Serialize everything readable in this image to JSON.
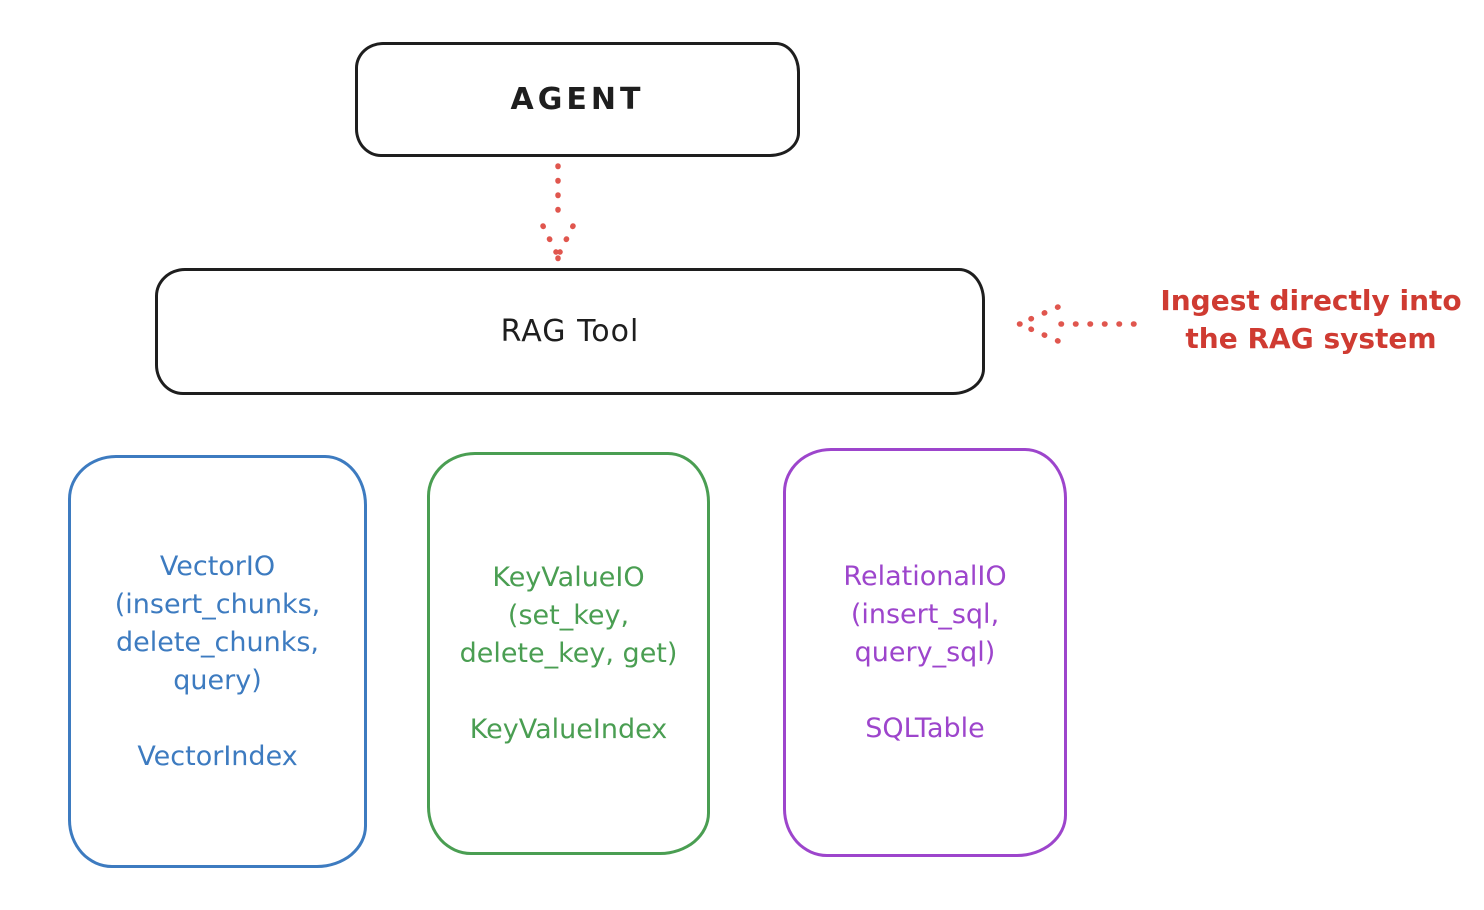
{
  "diagram": {
    "agent_box": {
      "label": "AGENT"
    },
    "rag_tool_box": {
      "label": "RAG Tool"
    },
    "annotation": {
      "text": "Ingest directly into\nthe RAG system",
      "color": "#cf3b32"
    },
    "arrows": [
      {
        "name": "agent-to-rag-tool",
        "style": "dotted",
        "direction": "down",
        "color": "#e0564e"
      },
      {
        "name": "ingest-into-rag",
        "style": "dotted",
        "direction": "left",
        "color": "#e0564e"
      }
    ],
    "stores": [
      {
        "name": "VectorIO",
        "title_block": "VectorIO\n(insert_chunks,\ndelete_chunks,\nquery)",
        "index_label": "VectorIndex",
        "color": "#3d7bc0"
      },
      {
        "name": "KeyValueIO",
        "title_block": "KeyValueIO\n(set_key,\ndelete_key, get)",
        "index_label": "KeyValueIndex",
        "color": "#4a9e52"
      },
      {
        "name": "RelationalIO",
        "title_block": "RelationalIO\n(insert_sql,\nquery_sql)",
        "index_label": "SQLTable",
        "color": "#9d45cc"
      }
    ],
    "colors": {
      "outline_black": "#1e1e1e",
      "arrow_red": "#e0564e",
      "annotation_red": "#cf3b32",
      "vector_blue": "#3d7bc0",
      "keyvalue_green": "#4a9e52",
      "relational_purple": "#9d45cc",
      "background": "#ffffff"
    }
  }
}
